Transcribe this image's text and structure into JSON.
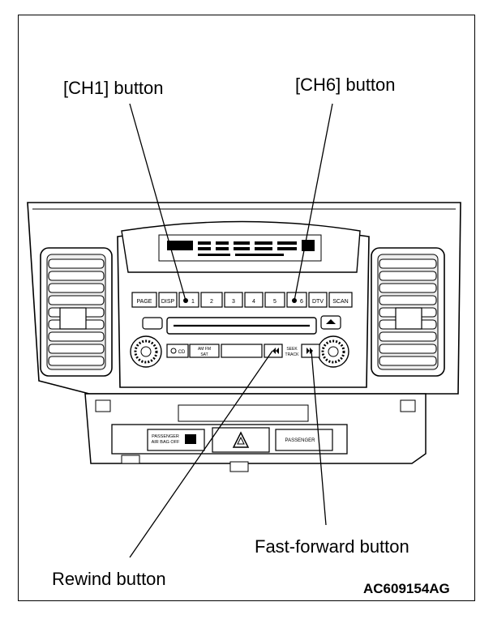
{
  "callouts": {
    "ch1": "[CH1] button",
    "ch6": "[CH6] button",
    "fast_forward": "Fast-forward button",
    "rewind": "Rewind button"
  },
  "figure_id": "AC609154AG",
  "panel": {
    "buttons_row": [
      "PAGE",
      "DISP",
      "1",
      "2",
      "3",
      "4",
      "5",
      "6",
      "DTV",
      "SCAN"
    ],
    "lower_labels": [
      "CD",
      "AM FM\nSAT",
      "SEEK\nTRACK"
    ],
    "passenger_left": "PASSENGER\nAIR BAG OFF",
    "passenger_right": "PASSENGER"
  },
  "colors": {
    "line": "#000000",
    "panel_fill": "#ffffff",
    "vent_fill": "#e8e8e8"
  },
  "icons": [
    "hazard-triangle-icon",
    "eject-icon",
    "volume-knob-icon",
    "tune-knob-icon"
  ]
}
